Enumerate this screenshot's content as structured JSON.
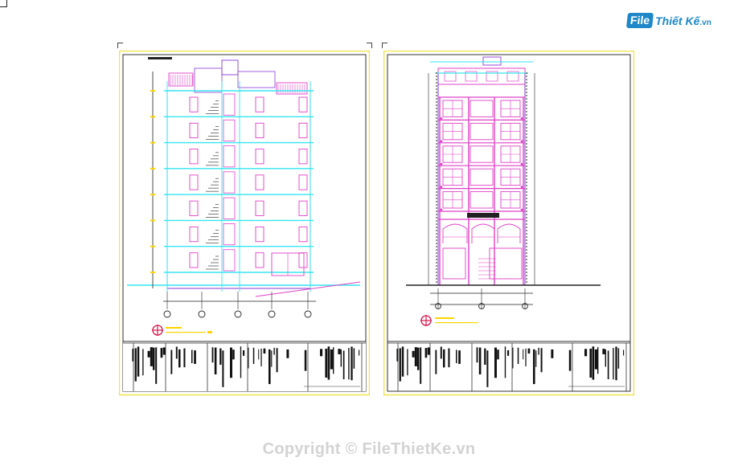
{
  "logo": {
    "file": "File",
    "name": "Thiết Kế",
    "suffix": ".vn"
  },
  "footer": {
    "copyright": "Copyright © FileThietKe.vn"
  },
  "sheets": [
    {
      "id": "left",
      "type": "side-elevation",
      "caption": "",
      "floors": 7
    },
    {
      "id": "right",
      "type": "front-elevation",
      "caption": "",
      "floors": 7
    }
  ],
  "colors": {
    "sheet_border": "#f2e24a",
    "frame": "#333333",
    "floor_line": "#35e6f0",
    "facade": "#e040c8",
    "outline": "#8a3ad6",
    "ground": "#222222",
    "mark": "#ffd400"
  }
}
